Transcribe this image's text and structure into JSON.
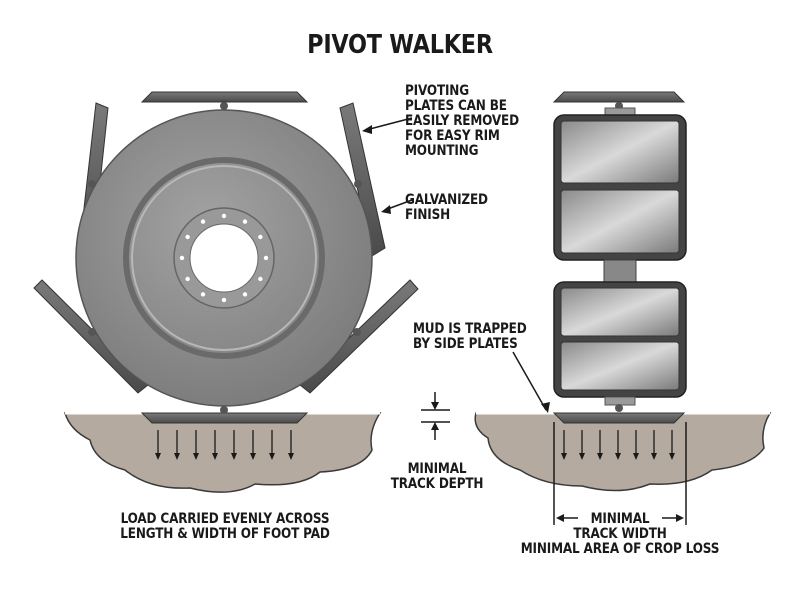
{
  "title": "PIVOT WALKER",
  "labels": {
    "pivoting_plates": [
      "PIVOTING",
      "PLATES CAN BE",
      "EASILY REMOVED",
      "FOR EASY RIM",
      "MOUNTING"
    ],
    "galvanized": [
      "GALVANIZED",
      "FINISH"
    ],
    "mud_trapped": [
      "MUD IS TRAPPED",
      "BY SIDE PLATES"
    ],
    "track_depth": [
      "MINIMAL",
      "TRACK DEPTH"
    ],
    "load_carried": [
      "LOAD CARRIED EVENLY ACROSS",
      "LENGTH & WIDTH OF FOOT PAD"
    ],
    "track_width": [
      "MINIMAL",
      "TRACK WIDTH",
      "MINIMAL AREA OF CROP LOSS"
    ]
  },
  "colors": {
    "wheel_face": "#8c8c8c",
    "wheel_edge": "#6e6e6e",
    "plate": "#5f5f5f",
    "ground": "#b5aaa0",
    "pad_light": "#c9c9c9",
    "text": "#1a1a1a"
  }
}
